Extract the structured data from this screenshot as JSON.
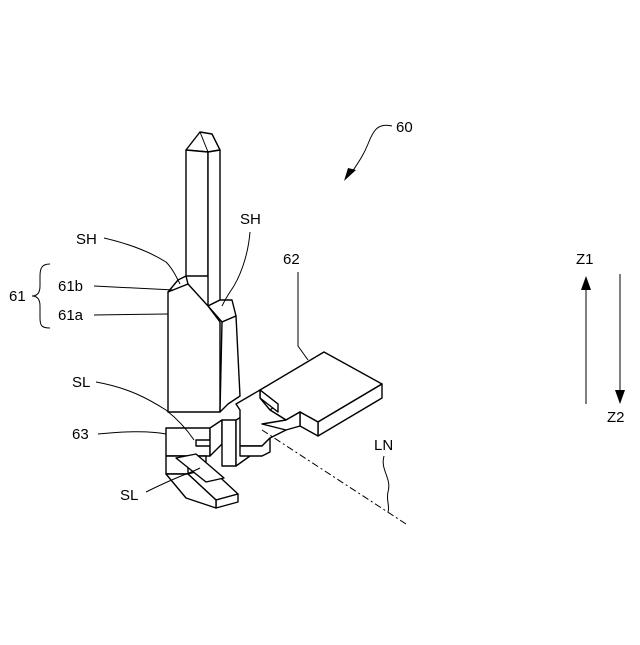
{
  "labels": {
    "ref_60": "60",
    "sh_left": "SH",
    "sh_right": "SH",
    "ref_61": "61",
    "ref_61b": "61b",
    "ref_61a": "61a",
    "ref_62": "62",
    "sl_upper": "SL",
    "ref_63": "63",
    "sl_lower": "SL",
    "ln": "LN",
    "z1": "Z1",
    "z2": "Z2"
  }
}
